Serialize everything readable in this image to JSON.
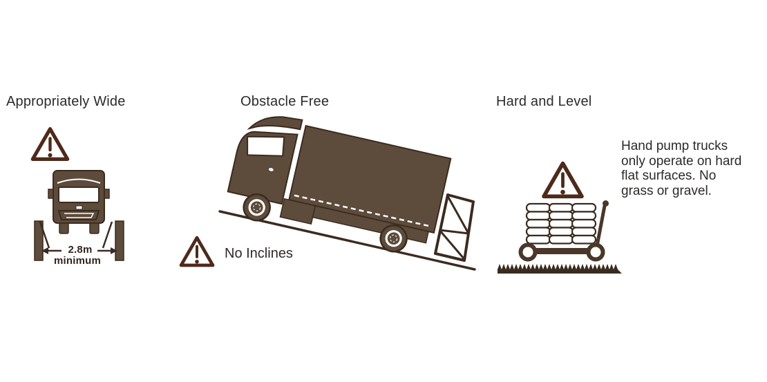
{
  "colors": {
    "brown": "#5d4b3b",
    "outline": "#3b2b1f",
    "warn": "#4e2a1b",
    "hbrown": "#4a3729",
    "ink": "#2d2a28",
    "measure": "#32251a"
  },
  "sections": [
    {
      "id": "appropriately-wide",
      "title": "Appropriately Wide",
      "measurement": {
        "value": "2.8m",
        "qualifier": "minimum"
      },
      "icons": [
        "warning-triangle-icon",
        "truck-front-icon",
        "width-posts",
        "width-arrows"
      ]
    },
    {
      "id": "obstacle-free",
      "title": "Obstacle Free",
      "caption": "No Inclines",
      "icons": [
        "warning-triangle-icon",
        "incline-truck-icon",
        "tail-lift",
        "incline-ground-line"
      ]
    },
    {
      "id": "hard-and-level",
      "title": "Hard and Level",
      "note_lines": [
        "Hand pump trucks",
        "only operate on hard",
        "flat surfaces. No",
        "grass or gravel."
      ],
      "icons": [
        "warning-triangle-icon",
        "hand-pump-truck-icon",
        "rough-surface"
      ]
    }
  ]
}
